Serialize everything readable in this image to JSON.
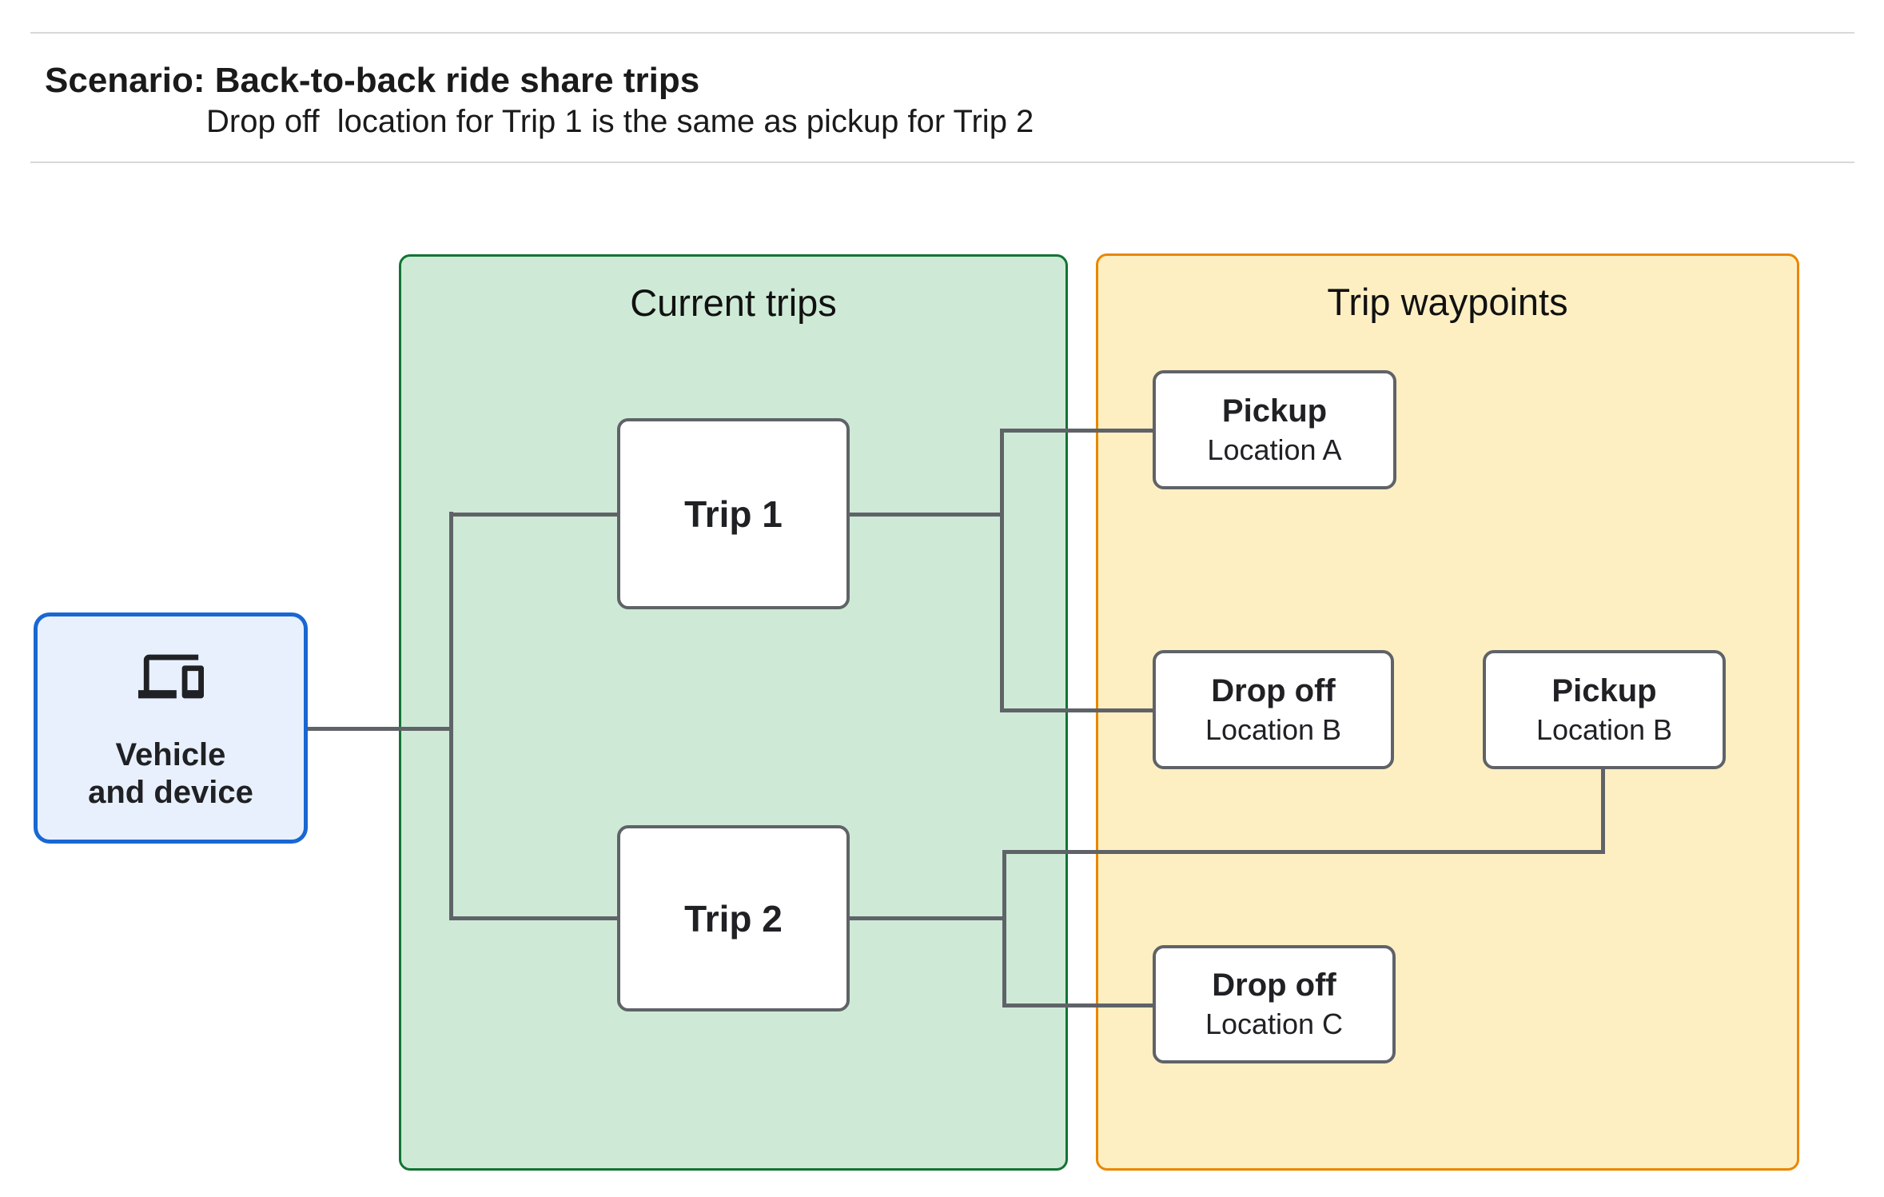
{
  "header": {
    "title": "Scenario: Back-to-back ride share trips",
    "subtitle": "Drop off  location for Trip 1 is the same as pickup for Trip 2"
  },
  "vehicle": {
    "icon": "devices-icon",
    "label_line1": "Vehicle",
    "label_line2": "and device"
  },
  "panels": {
    "current_trips": {
      "title": "Current trips"
    },
    "trip_waypoints": {
      "title": "Trip waypoints"
    }
  },
  "trips": [
    {
      "label": "Trip 1"
    },
    {
      "label": "Trip 2"
    }
  ],
  "waypoints": [
    {
      "title": "Pickup",
      "subtitle": "Location A"
    },
    {
      "title": "Drop off",
      "subtitle": "Location B"
    },
    {
      "title": "Pickup",
      "subtitle": "Location B"
    },
    {
      "title": "Drop off",
      "subtitle": "Location C"
    }
  ],
  "colors": {
    "vehicle_fill": "#e8f0fe",
    "vehicle_border": "#1967d2",
    "trips_panel_fill": "#ceead6",
    "trips_panel_border": "#137333",
    "waypoints_panel_fill": "#feefc3",
    "waypoints_panel_border": "#ea8600",
    "connector": "#5f6368",
    "node_border": "#5f6368",
    "text": "#202124",
    "rule": "#d8d8d8"
  }
}
